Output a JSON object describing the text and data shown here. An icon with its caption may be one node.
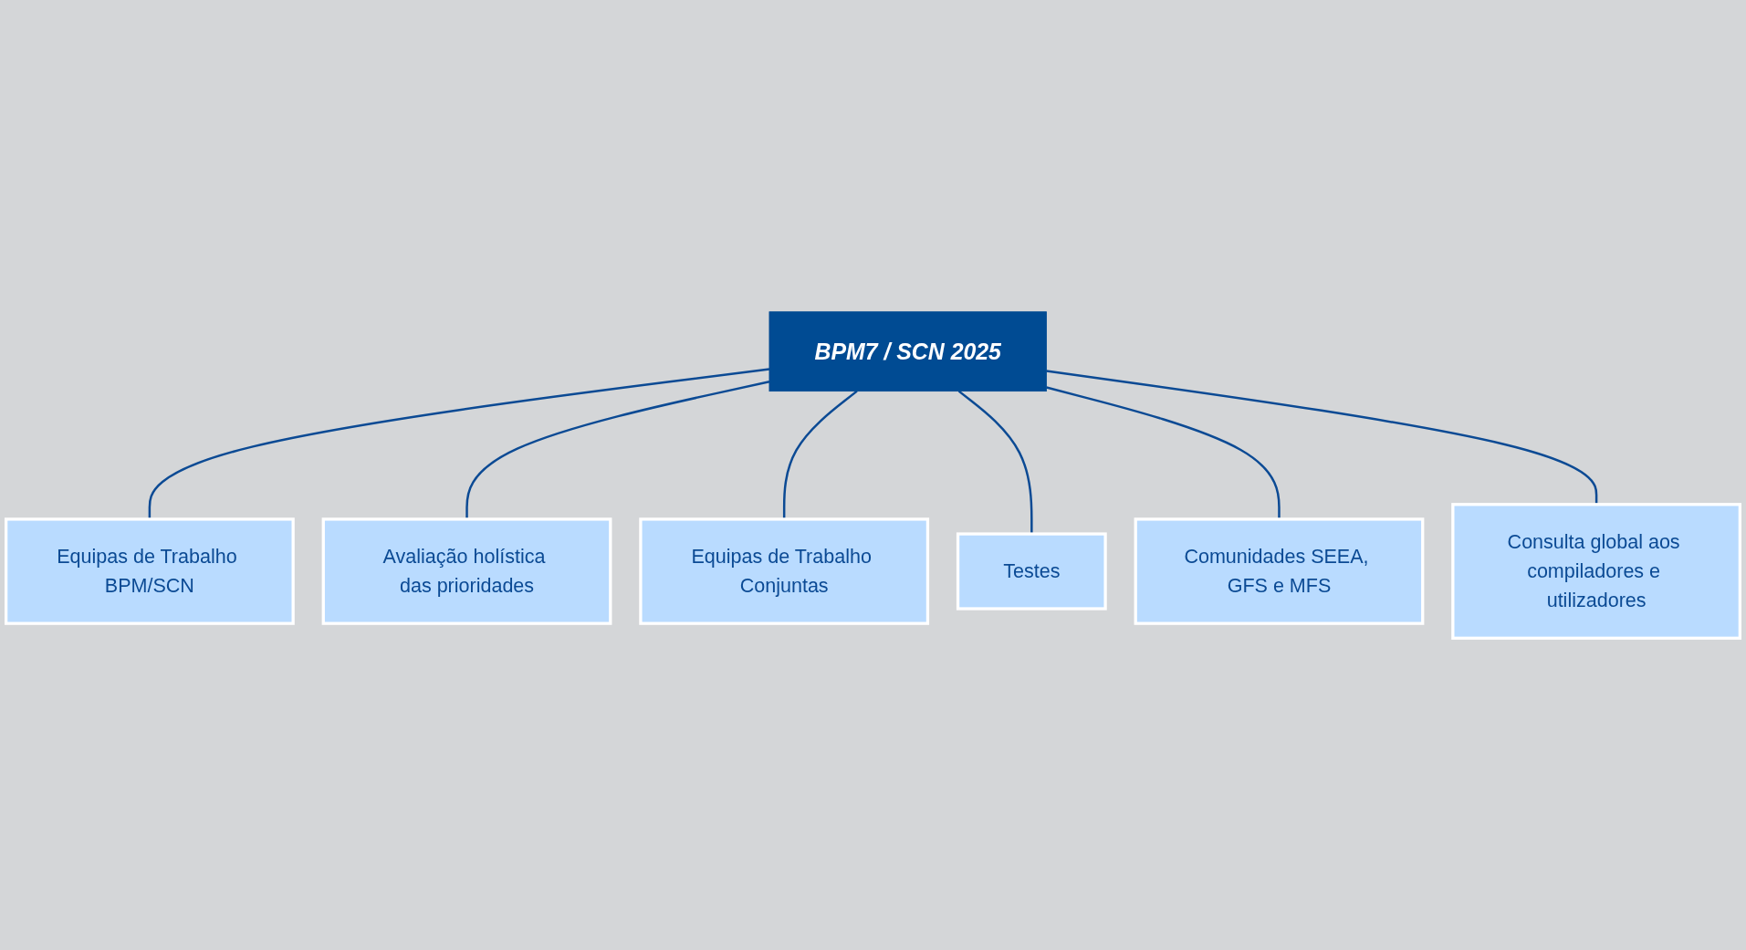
{
  "diagram": {
    "nodes": [
      {
        "text": [
          "BPM7 / SCN 2025"
        ]
      },
      {
        "text": [
          "Equipas de Trabalho BPM/SCN"
        ]
      },
      {
        "text": [
          "Avaliação holística das prioridades"
        ]
      },
      {
        "text": [
          "Equipas de Trabalho Conjuntas"
        ]
      },
      {
        "text": [
          "Testes"
        ]
      },
      {
        "text": [
          "Comunidades SEEA, GFS e MFS"
        ]
      },
      {
        "text": [
          "Consulta global aos compiladores e utilizadores"
        ]
      }
    ],
    "edges": [
      {
        "from": 0,
        "to": 1,
        "arrow": "none"
      },
      {
        "from": 0,
        "to": 2,
        "arrow": "none"
      },
      {
        "from": 0,
        "to": 3,
        "arrow": "none"
      },
      {
        "from": 0,
        "to": 4,
        "arrow": "none"
      },
      {
        "from": 0,
        "to": 5,
        "arrow": "none"
      },
      {
        "from": 0,
        "to": 6,
        "arrow": "none"
      }
    ]
  }
}
